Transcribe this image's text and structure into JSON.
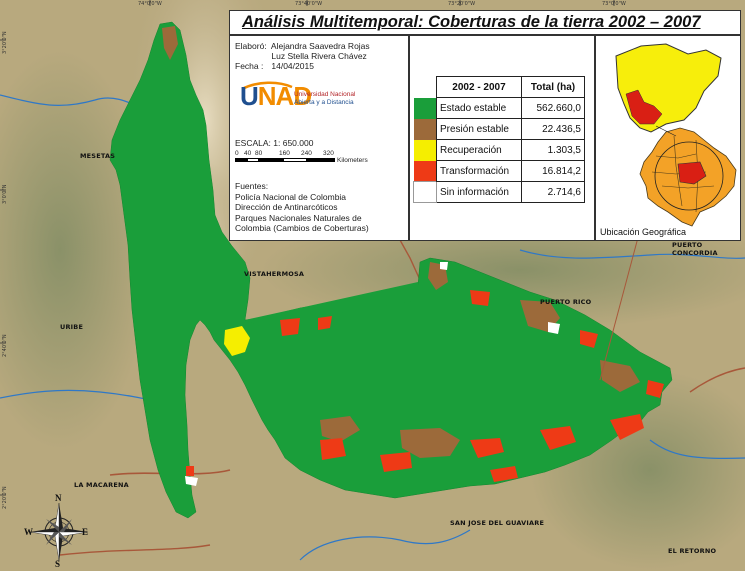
{
  "title": "Análisis Multitemporal: Coberturas de la tierra 2002 – 2007",
  "credits": {
    "elaboro_label": "Elaboró:",
    "author1": "Alejandra Saavedra Rojas",
    "author2": "Luz Stella Rivera Chávez",
    "fecha_label": "Fecha :",
    "fecha": "14/04/2015"
  },
  "logo": {
    "mark_u": "U",
    "mark_nad": "NAD",
    "line1": "Universidad Nacional",
    "line2": "Abierta y a Distancia"
  },
  "scale": {
    "label": "ESCALA: 1: 650.000",
    "ticks": [
      "0",
      "40",
      "80",
      "160",
      "240",
      "320"
    ],
    "unit": "Kilometers"
  },
  "sources": {
    "heading": "Fuentes:",
    "lines": [
      "Policía Nacional de Colombia",
      "Dirección de Antinarcóticos",
      "Parques Nacionales Naturales de",
      "Colombia (Cambios de Coberturas)"
    ]
  },
  "legend": {
    "header_period": "2002 - 2007",
    "header_total": "Total (ha)",
    "rows": [
      {
        "label": "Estado estable",
        "value": "562.660,0",
        "color": "#1a9e3a"
      },
      {
        "label": "Presión estable",
        "value": "22.436,5",
        "color": "#9c6a3a"
      },
      {
        "label": "Recuperación",
        "value": "1.303,5",
        "color": "#f5ee00"
      },
      {
        "label": "Transformación",
        "value": "16.814,2",
        "color": "#ee3a16"
      },
      {
        "label": "Sin información",
        "value": "2.714,6",
        "color": "#ffffff"
      }
    ]
  },
  "locator": {
    "title": "Ubicación Geográfica"
  },
  "towns": {
    "mesetas": "MESETAS",
    "vistahermosa": "VISTAHERMOSA",
    "uribe": "URIBE",
    "puerto_rico": "PUERTO RICO",
    "puerto_concordia": "PUERTO CONCORDIA",
    "la_macarena": "LA MACARENA",
    "san_jose": "SAN JOSE DEL GUAVIARE",
    "el_retorno": "EL RETORNO"
  },
  "compass": {
    "n": "N",
    "s": "S",
    "e": "E",
    "w": "W"
  },
  "colors": {
    "stable": "#1a9e3a",
    "pressure": "#9c6a3a",
    "recovery": "#f5ee00",
    "transformation": "#ee3a16",
    "relief": "#b7a77f",
    "river": "#2f78c7",
    "dept_border": "#a8583a"
  }
}
